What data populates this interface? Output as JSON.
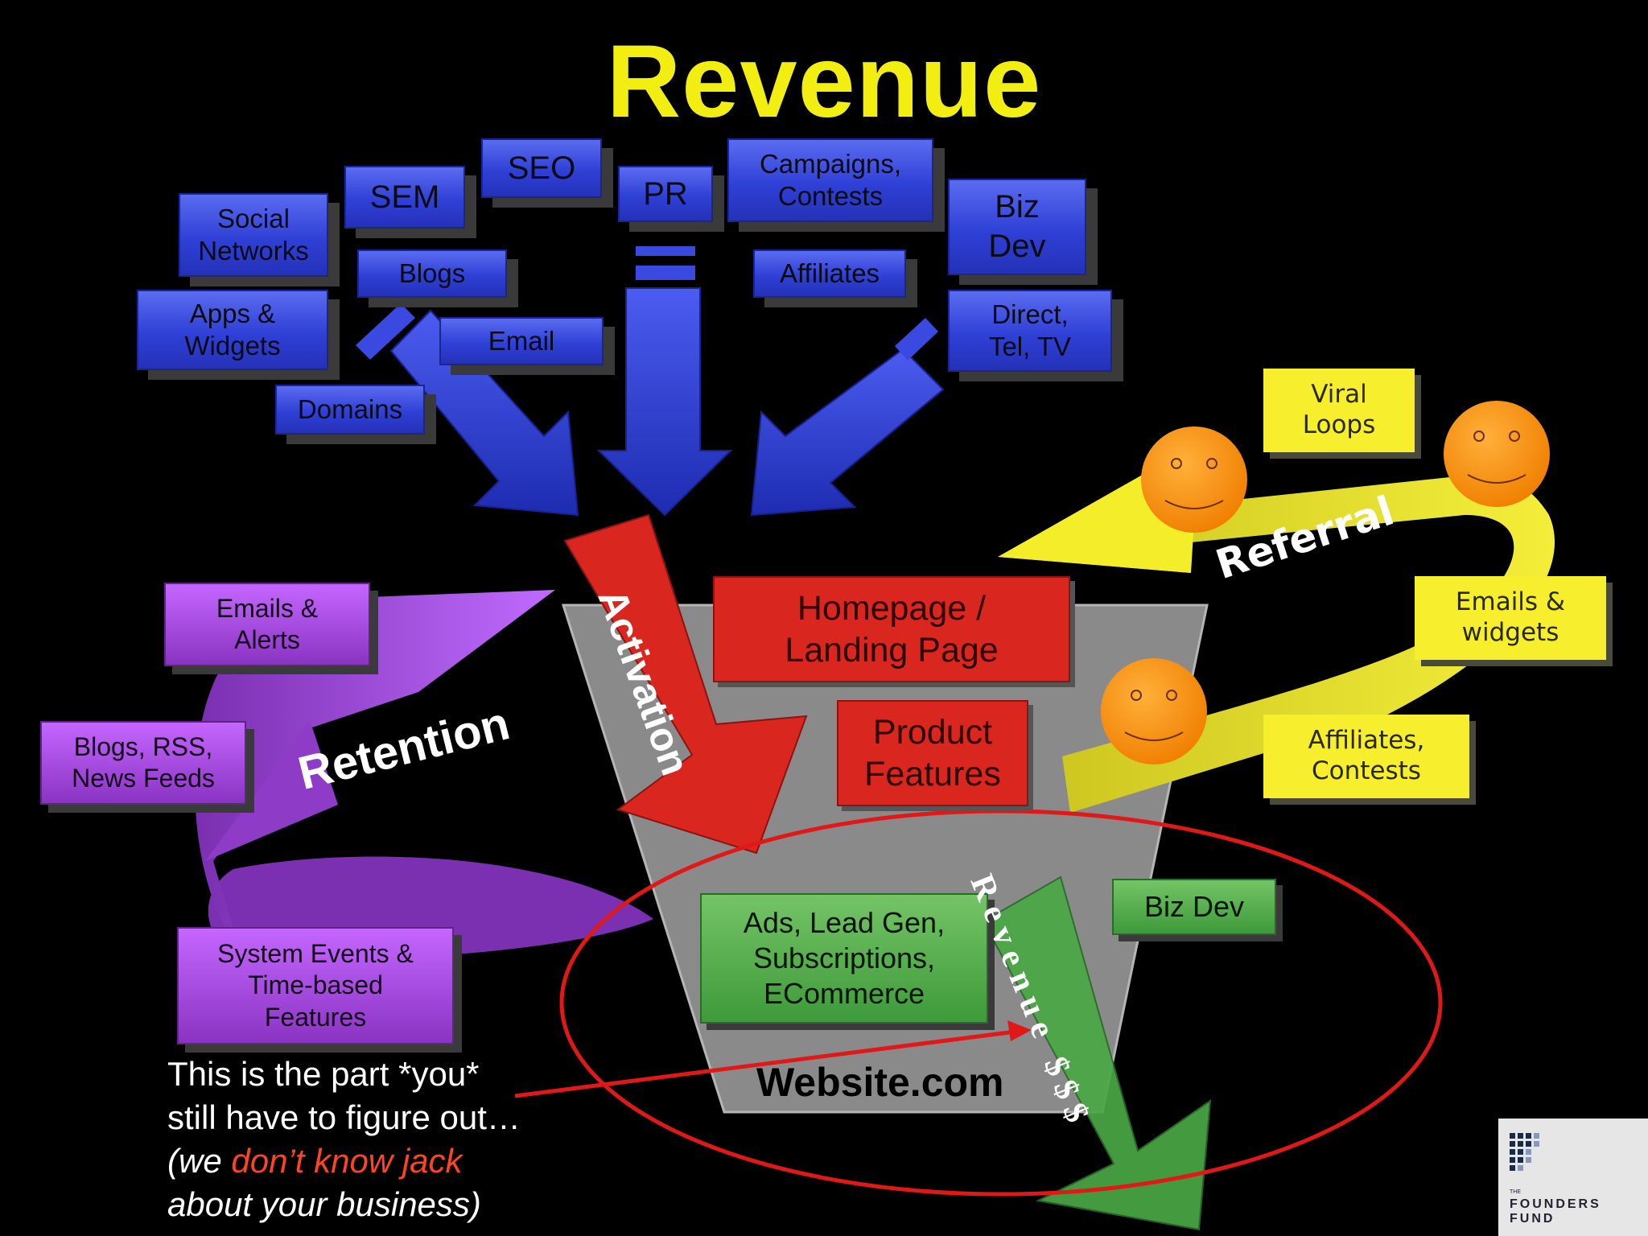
{
  "title": "Revenue",
  "acquisition_channels": {
    "social_networks": "Social\nNetworks",
    "sem": "SEM",
    "seo": "SEO",
    "pr": "PR",
    "campaigns": "Campaigns,\nContests",
    "biz_dev": "Biz\nDev",
    "blogs": "Blogs",
    "affiliates": "Affiliates",
    "apps_widgets": "Apps &\nWidgets",
    "email": "Email",
    "direct": "Direct,\nTel, TV",
    "domains": "Domains"
  },
  "referral": {
    "label": "Referral",
    "viral_loops": "Viral\nLoops",
    "emails_widgets": "Emails &\nwidgets",
    "affiliates_contests": "Affiliates,\nContests"
  },
  "retention": {
    "label": "Retention",
    "emails_alerts": "Emails &\nAlerts",
    "blogs_rss": "Blogs, RSS,\nNews Feeds",
    "system_events": "System Events &\nTime-based\nFeatures"
  },
  "funnel": {
    "activation": "Activation",
    "homepage": "Homepage /\nLanding Page",
    "product_features": "Product\nFeatures",
    "monetization": "Ads, Lead Gen,\nSubscriptions,\nECommerce",
    "biz_dev": "Biz Dev",
    "revenue_arrow": "Revenue $$$",
    "website": "Website.com"
  },
  "note": {
    "line1": "This is the part *you*",
    "line2": "still have to figure out…",
    "line3_prefix": "(we ",
    "line3_accent": "don’t know jack",
    "line4": "about your business)"
  },
  "logo": {
    "small": "THE",
    "name": "FOUNDERS FUND"
  },
  "colors": {
    "title": "#f2ee12",
    "acquisition": "#3344dd",
    "retention": "#b050f0",
    "referral": "#f7ee2e",
    "activation": "#d9261e",
    "revenue": "#4aa844",
    "circle": "#e01818"
  }
}
